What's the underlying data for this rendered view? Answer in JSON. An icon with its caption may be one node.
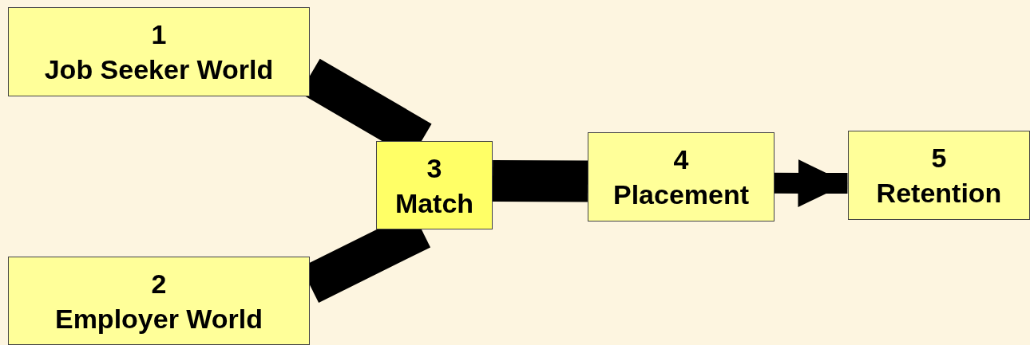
{
  "diagram": {
    "nodes": [
      {
        "text": [
          "1",
          "Job Seeker World"
        ]
      },
      {
        "text": [
          "2",
          "Employer World"
        ]
      },
      {
        "text": [
          "3",
          "Match"
        ]
      },
      {
        "text": [
          "4",
          "Placement"
        ]
      },
      {
        "text": [
          "5",
          "Retention"
        ]
      }
    ],
    "edges": [
      {
        "from": 0,
        "to": 2,
        "arrow": "none"
      },
      {
        "from": 1,
        "to": 2,
        "arrow": "none"
      },
      {
        "from": 2,
        "to": 3,
        "arrow": "none"
      },
      {
        "from": 3,
        "to": 4,
        "arrow": "to"
      }
    ]
  }
}
